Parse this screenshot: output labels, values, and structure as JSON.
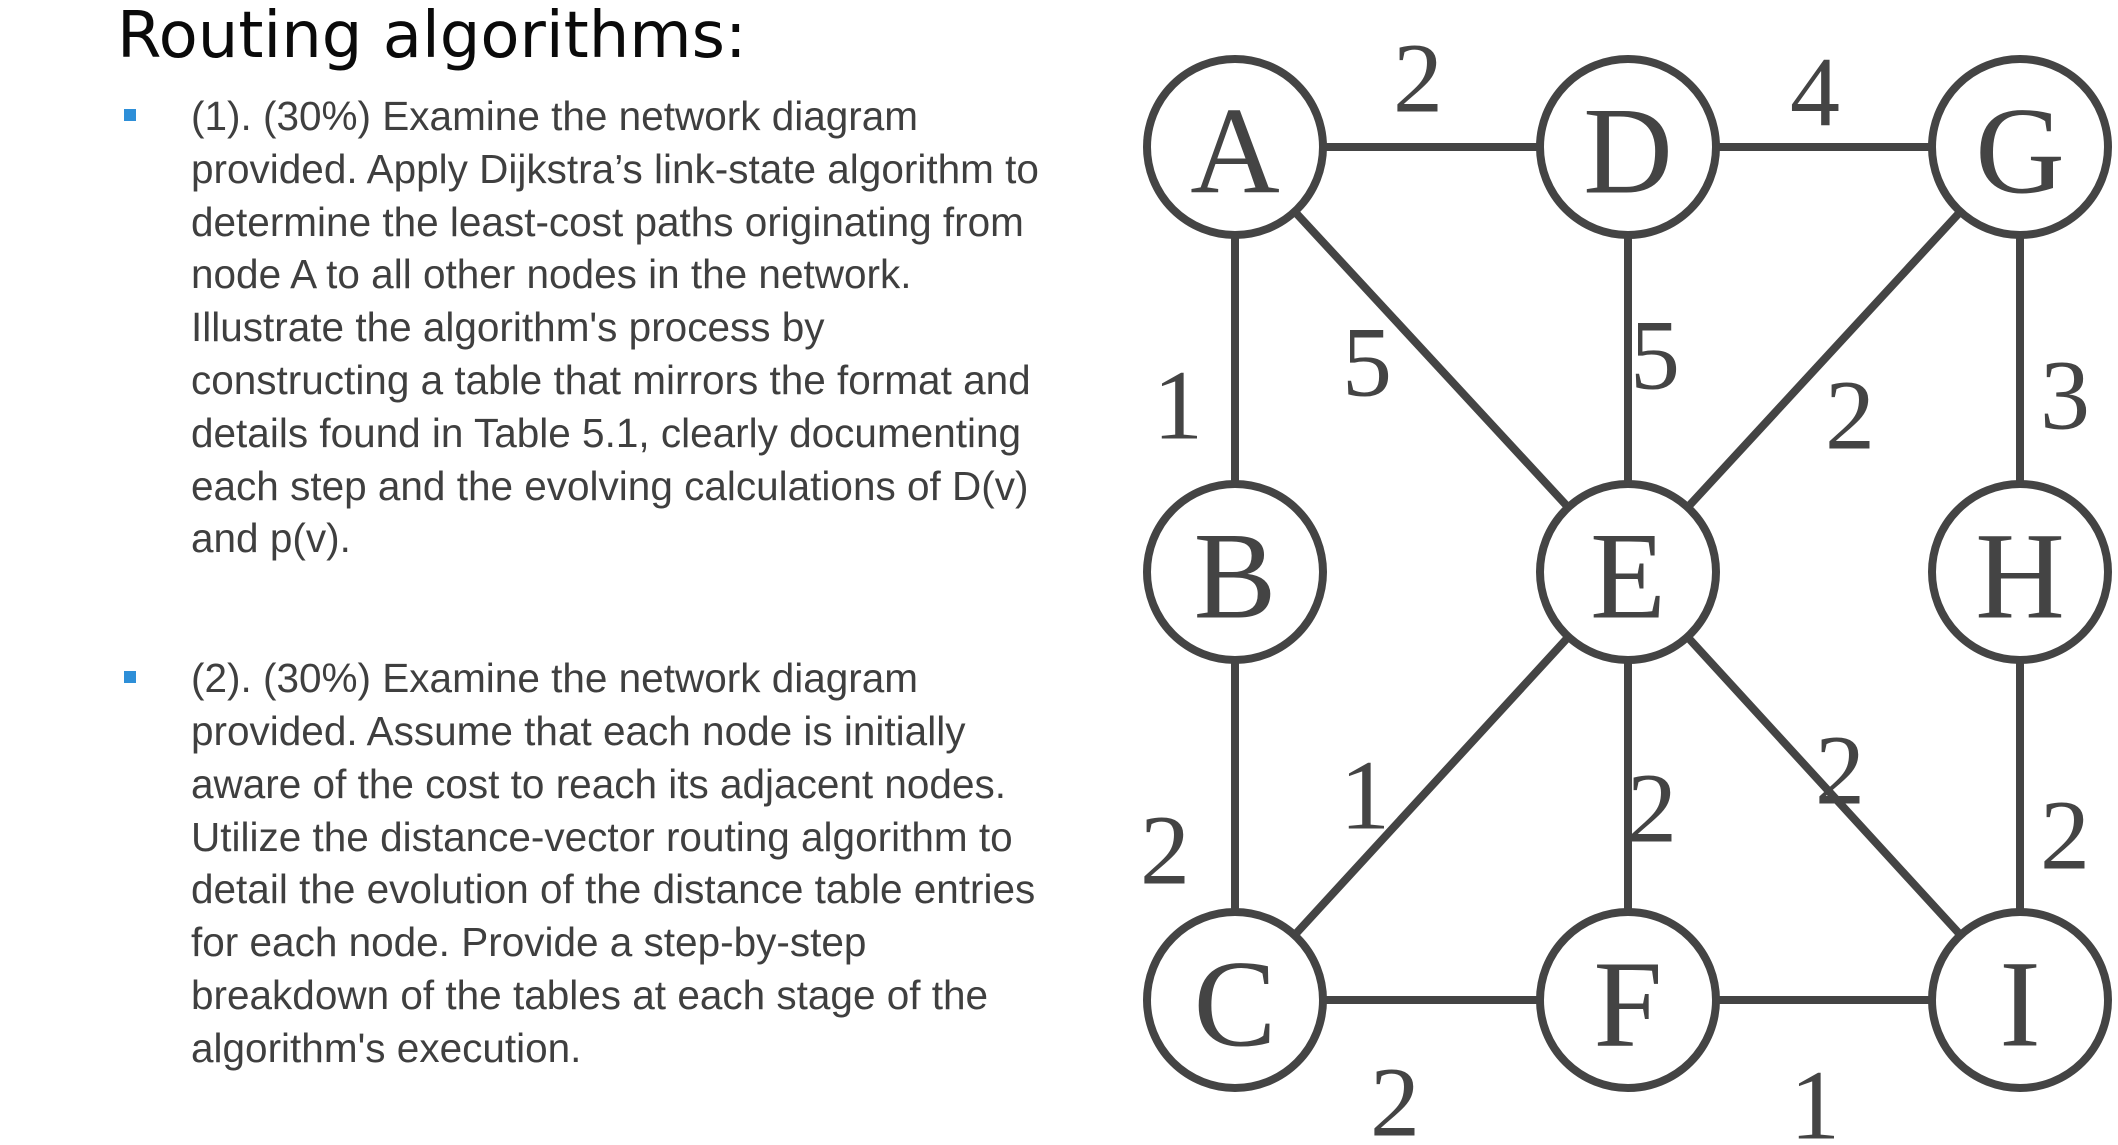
{
  "slide": {
    "title": "Routing algorithms:",
    "accent_color": "#2e8fd8",
    "text_color": "#3f3f3f",
    "bullets": [
      {
        "text": "(1). (30%) Examine the network diagram\nprovided. Apply Dijkstra’s link-state algorithm to\ndetermine the least-cost paths originating from\nnode A to all other nodes in the network.\nIllustrate the algorithm's process by\nconstructing a table that mirrors the format and\ndetails found in Table 5.1, clearly documenting\neach step and the evolving calculations of D(v)\nand p(v)."
      },
      {
        "text": "(2). (30%) Examine the network diagram\nprovided. Assume that each node is initially\naware of the cost to reach its adjacent nodes.\nUtilize the distance-vector routing algorithm to\ndetail the evolution of the distance table entries\nfor each node. Provide a step-by-step\nbreakdown of the tables at each stage of the\nalgorithm's execution."
      }
    ]
  },
  "network": {
    "stroke_color": "#444444",
    "nodes": [
      {
        "id": "A",
        "label": "A"
      },
      {
        "id": "D",
        "label": "D"
      },
      {
        "id": "G",
        "label": "G"
      },
      {
        "id": "B",
        "label": "B"
      },
      {
        "id": "E",
        "label": "E"
      },
      {
        "id": "H",
        "label": "H"
      },
      {
        "id": "C",
        "label": "C"
      },
      {
        "id": "F",
        "label": "F"
      },
      {
        "id": "I",
        "label": "I"
      }
    ],
    "edges": [
      {
        "from": "A",
        "to": "D",
        "cost": "2"
      },
      {
        "from": "D",
        "to": "G",
        "cost": "4"
      },
      {
        "from": "A",
        "to": "B",
        "cost": "1"
      },
      {
        "from": "A",
        "to": "E",
        "cost": "5"
      },
      {
        "from": "D",
        "to": "E",
        "cost": "5"
      },
      {
        "from": "G",
        "to": "E",
        "cost": "2"
      },
      {
        "from": "G",
        "to": "H",
        "cost": "3"
      },
      {
        "from": "B",
        "to": "C",
        "cost": "2"
      },
      {
        "from": "E",
        "to": "C",
        "cost": "1"
      },
      {
        "from": "E",
        "to": "F",
        "cost": "2"
      },
      {
        "from": "E",
        "to": "I",
        "cost": "2"
      },
      {
        "from": "H",
        "to": "I",
        "cost": "2"
      },
      {
        "from": "C",
        "to": "F",
        "cost": "2"
      },
      {
        "from": "F",
        "to": "I",
        "cost": "1"
      }
    ]
  }
}
